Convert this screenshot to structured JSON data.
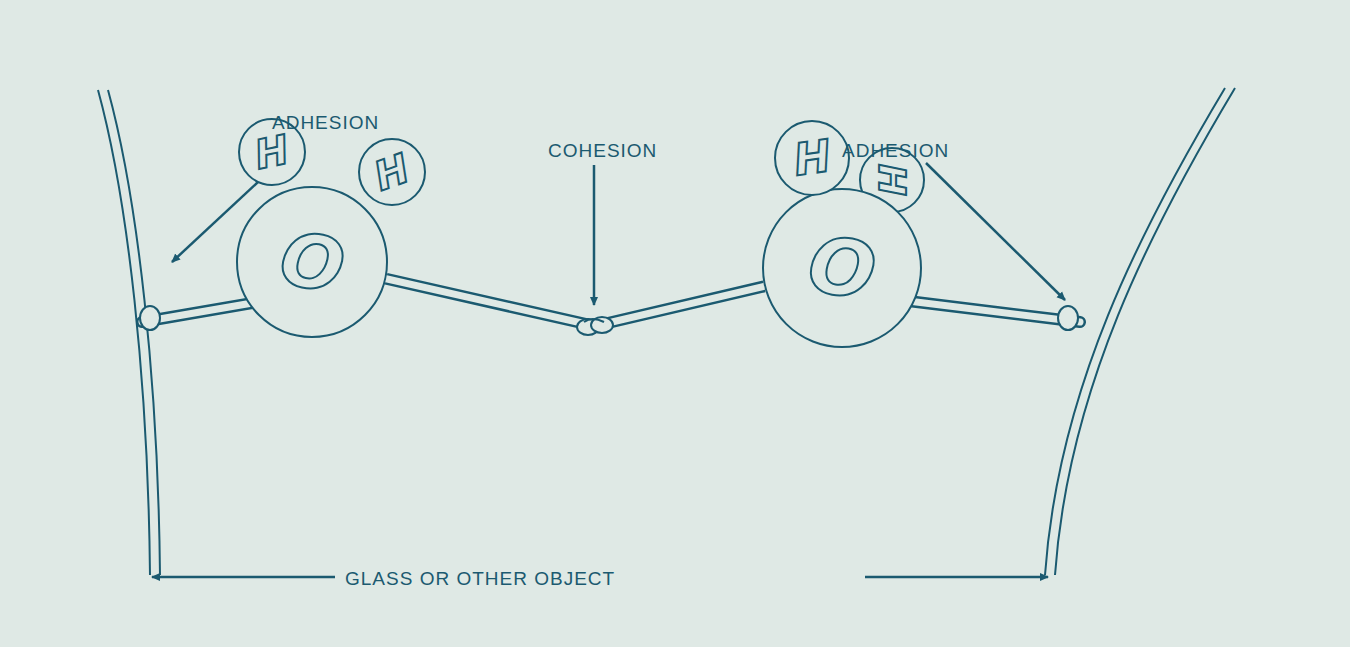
{
  "diagram": {
    "nodes": [
      {
        "text": [
          "H"
        ]
      },
      {
        "text": [
          "H"
        ]
      },
      {
        "text": [
          "O"
        ]
      },
      {
        "text": [
          "H"
        ]
      },
      {
        "text": [
          "H"
        ]
      },
      {
        "text": [
          "O"
        ]
      }
    ],
    "edges": [
      {
        "from": 2,
        "to": 5,
        "arrow": "none"
      }
    ],
    "labels": [
      "ADHESION",
      "COHESION",
      "ADHESION",
      "GLASS OR OTHER OBJECT"
    ]
  }
}
